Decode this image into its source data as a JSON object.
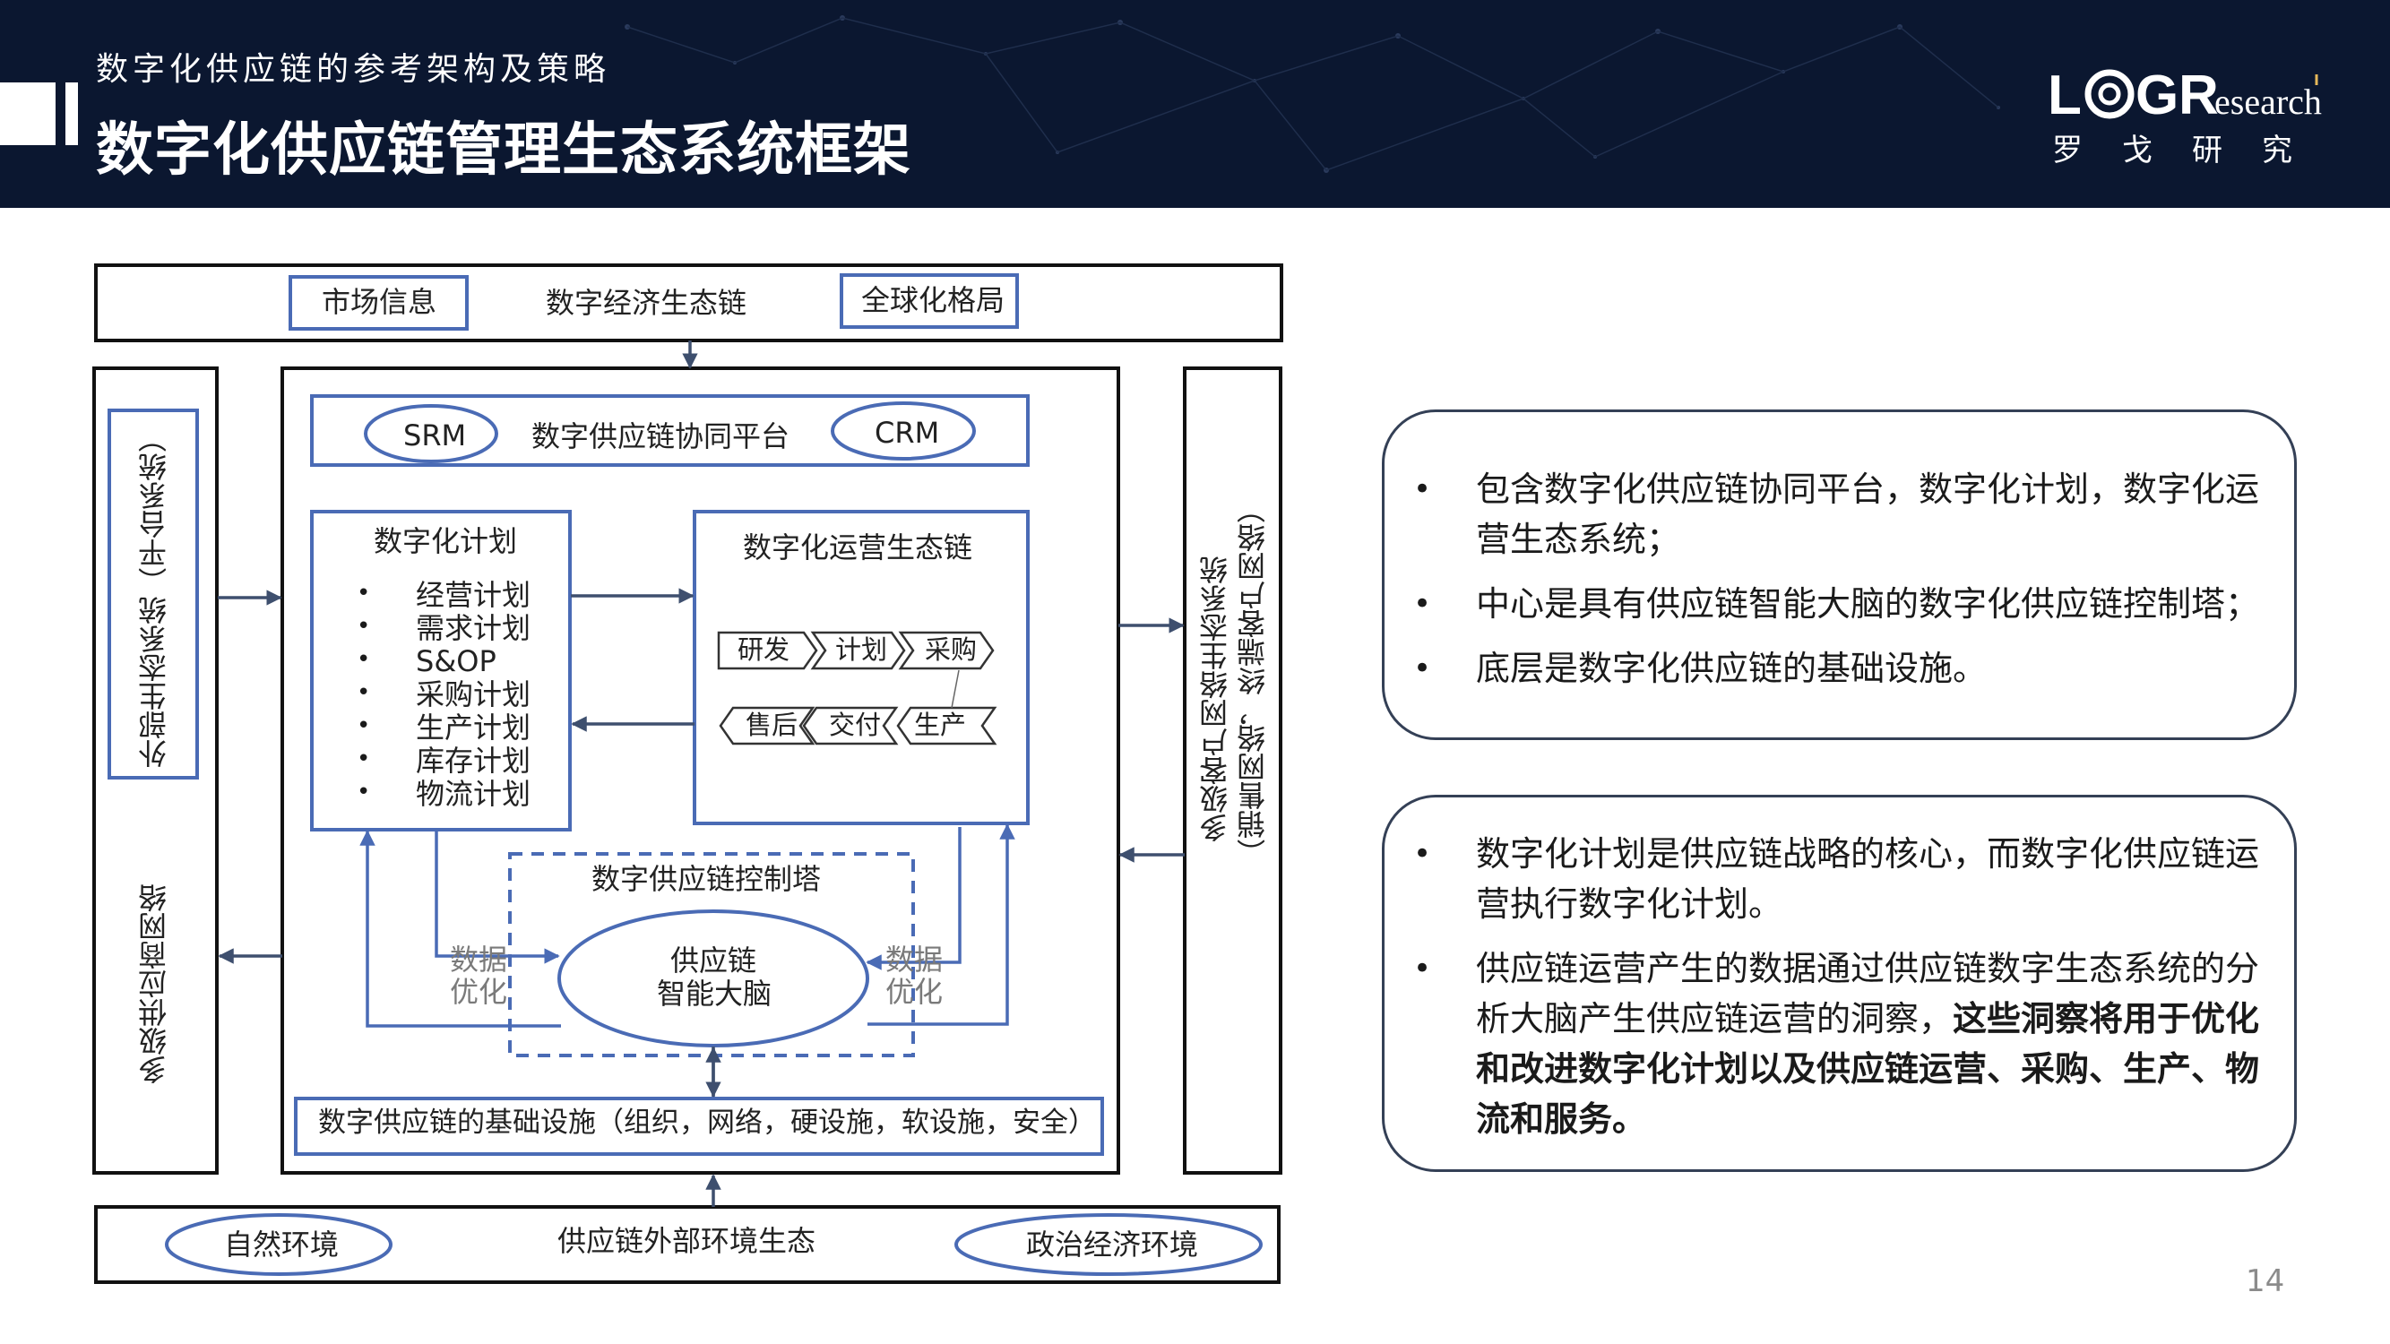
{
  "header": {
    "subtitle": "数字化供应链的参考架构及策略",
    "title": "数字化供应链管理生态系统框架",
    "logo_text": "LOGResearch",
    "logo_cn": "罗戈研究"
  },
  "diagram": {
    "top_box": {
      "left": "市场信息",
      "center": "数字经济生态链",
      "right": "全球化格局"
    },
    "left_outer": {
      "upper": "外部生态系统（平台系统）",
      "lower": "多级供应商网络"
    },
    "right_outer": {
      "line1": "多级客户网络生态系统",
      "line2": "（销售网络，终端客户网络）"
    },
    "platform": {
      "srm": "SRM",
      "label": "数字供应链协同平台",
      "crm": "CRM"
    },
    "planning": {
      "title": "数字化计划",
      "items": [
        "经营计划",
        "需求计划",
        "S&OP",
        "采购计划",
        "生产计划",
        "库存计划",
        "物流计划"
      ]
    },
    "operations": {
      "title": "数字化运营生态链",
      "row1": [
        "研发",
        "计划",
        "采购"
      ],
      "row2": [
        "售后",
        "交付",
        "生产"
      ]
    },
    "control_tower": {
      "title": "数字供应链控制塔",
      "brain_line1": "供应链",
      "brain_line2": "智能大脑",
      "left_tag_1": "数据",
      "left_tag_2": "优化",
      "right_tag_1": "数据",
      "right_tag_2": "优化"
    },
    "infrastructure": "数字供应链的基础设施（组织，网络，硬设施，软设施，安全）",
    "bottom_box": {
      "left": "自然环境",
      "center": "供应链外部环境生态",
      "right": "政治经济环境"
    }
  },
  "panel1": {
    "bullets": [
      "包含数字化供应链协同平台，数字化计划，数字化运营生态系统；",
      "中心是具有供应链智能大脑的数字化供应链控制塔；",
      "底层是数字化供应链的基础设施。"
    ]
  },
  "panel2": {
    "bullet1": "数字化计划是供应链战略的核心，而数字化供应链运营执行数字化计划。",
    "bullet2_normal": "供应链运营产生的数据通过供应链数字生态系统的分析大脑产生供应链运营的洞察，",
    "bullet2_bold": "这些洞察将用于优化和改进数字化计划以及供应链运营、采购、生产、物流和服务。"
  },
  "page_number": "14",
  "colors": {
    "header_bg": "#0b1730",
    "diagram_blue": "#4a6bb5",
    "arrow": "#3e4f6e"
  }
}
